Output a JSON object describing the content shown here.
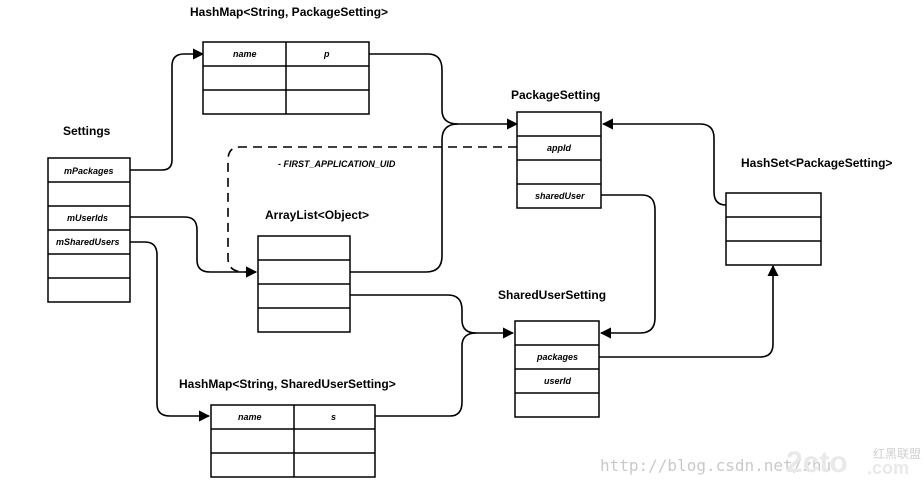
{
  "nodes": {
    "settings": {
      "title": "Settings",
      "fields": [
        "mPackages",
        "mUserIds",
        "mSharedUsers"
      ]
    },
    "hashmap_package": {
      "title": "HashMap<String, PackageSetting>",
      "col1": "name",
      "col2": "p"
    },
    "package_setting": {
      "title": "PackageSetting",
      "fields": [
        "appId",
        "sharedUser"
      ]
    },
    "hashset": {
      "title": "HashSet<PackageSetting>"
    },
    "arraylist": {
      "title": "ArrayList<Object>"
    },
    "shared_user_setting": {
      "title": "SharedUserSetting",
      "fields": [
        "packages",
        "userId"
      ]
    },
    "hashmap_shared": {
      "title": "HashMap<String, SharedUserSetting>",
      "col1": "name",
      "col2": "s"
    }
  },
  "annotations": {
    "first_app_uid": "- FIRST_APPLICATION_UID"
  },
  "watermark": {
    "url": "http://blog.csdn.net/zhu",
    "logo_main": "2cto",
    "logo_tld": ".com",
    "logo_cn": "红黑联盟"
  }
}
